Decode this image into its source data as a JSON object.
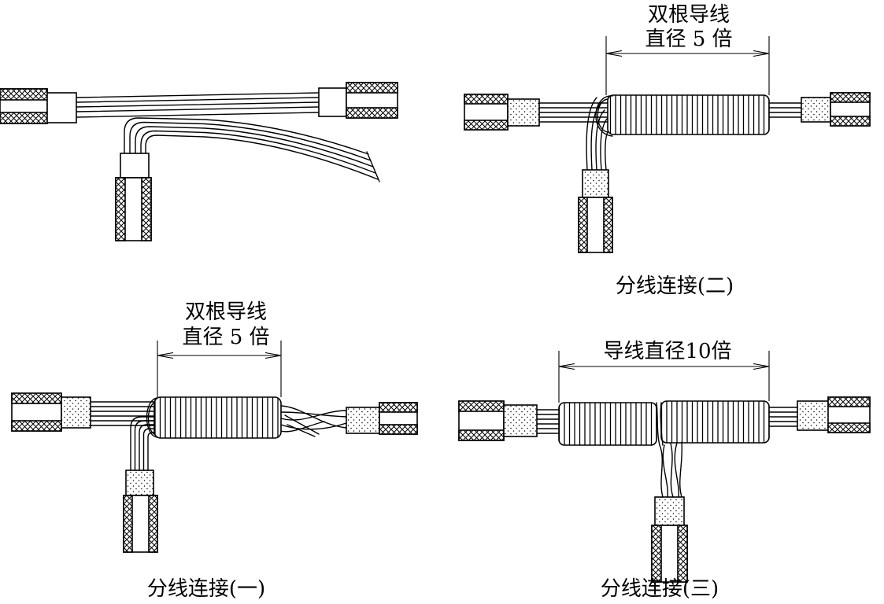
{
  "panel_2": {
    "dimension_text_line1": "双根导线",
    "dimension_text_line2": "直径 5 倍",
    "caption": "分线连接(二)"
  },
  "panel_1": {
    "dimension_text_line1": "双根导线",
    "dimension_text_line2": "直径 5 倍",
    "caption": "分线连接(一)"
  },
  "panel_3": {
    "dimension_text": "导线直径10倍",
    "caption": "分线连接(三)"
  }
}
